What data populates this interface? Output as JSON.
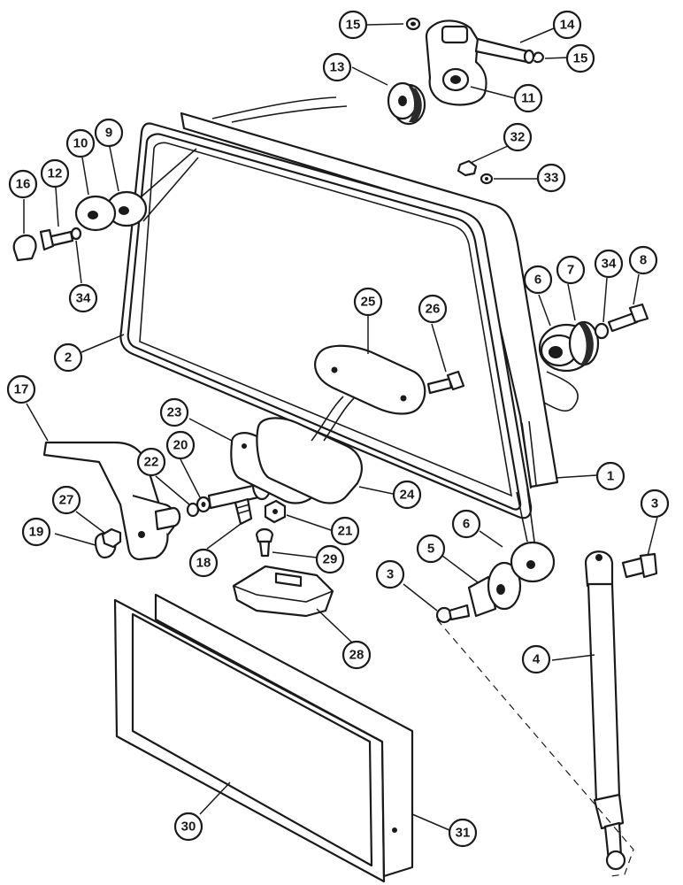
{
  "callouts": [
    {
      "id": "c15a",
      "label": "15"
    },
    {
      "id": "c14",
      "label": "14"
    },
    {
      "id": "c15b",
      "label": "15"
    },
    {
      "id": "c13",
      "label": "13"
    },
    {
      "id": "c11",
      "label": "11"
    },
    {
      "id": "c10",
      "label": "10"
    },
    {
      "id": "c9",
      "label": "9"
    },
    {
      "id": "c32",
      "label": "32"
    },
    {
      "id": "c33",
      "label": "33"
    },
    {
      "id": "c16",
      "label": "16"
    },
    {
      "id": "c12",
      "label": "12"
    },
    {
      "id": "c34a",
      "label": "34"
    },
    {
      "id": "c6a",
      "label": "6"
    },
    {
      "id": "c7",
      "label": "7"
    },
    {
      "id": "c34b",
      "label": "34"
    },
    {
      "id": "c8",
      "label": "8"
    },
    {
      "id": "c25",
      "label": "25"
    },
    {
      "id": "c26",
      "label": "26"
    },
    {
      "id": "c2",
      "label": "2"
    },
    {
      "id": "c17",
      "label": "17"
    },
    {
      "id": "c23",
      "label": "23"
    },
    {
      "id": "c22",
      "label": "22"
    },
    {
      "id": "c20",
      "label": "20"
    },
    {
      "id": "c1",
      "label": "1"
    },
    {
      "id": "c24",
      "label": "24"
    },
    {
      "id": "c27",
      "label": "27"
    },
    {
      "id": "c3a",
      "label": "3"
    },
    {
      "id": "c19",
      "label": "19"
    },
    {
      "id": "c21",
      "label": "21"
    },
    {
      "id": "c6b",
      "label": "6"
    },
    {
      "id": "c18",
      "label": "18"
    },
    {
      "id": "c29",
      "label": "29"
    },
    {
      "id": "c5",
      "label": "5"
    },
    {
      "id": "c3b",
      "label": "3"
    },
    {
      "id": "c28",
      "label": "28"
    },
    {
      "id": "c4",
      "label": "4"
    },
    {
      "id": "c30",
      "label": "30"
    },
    {
      "id": "c31",
      "label": "31"
    }
  ]
}
